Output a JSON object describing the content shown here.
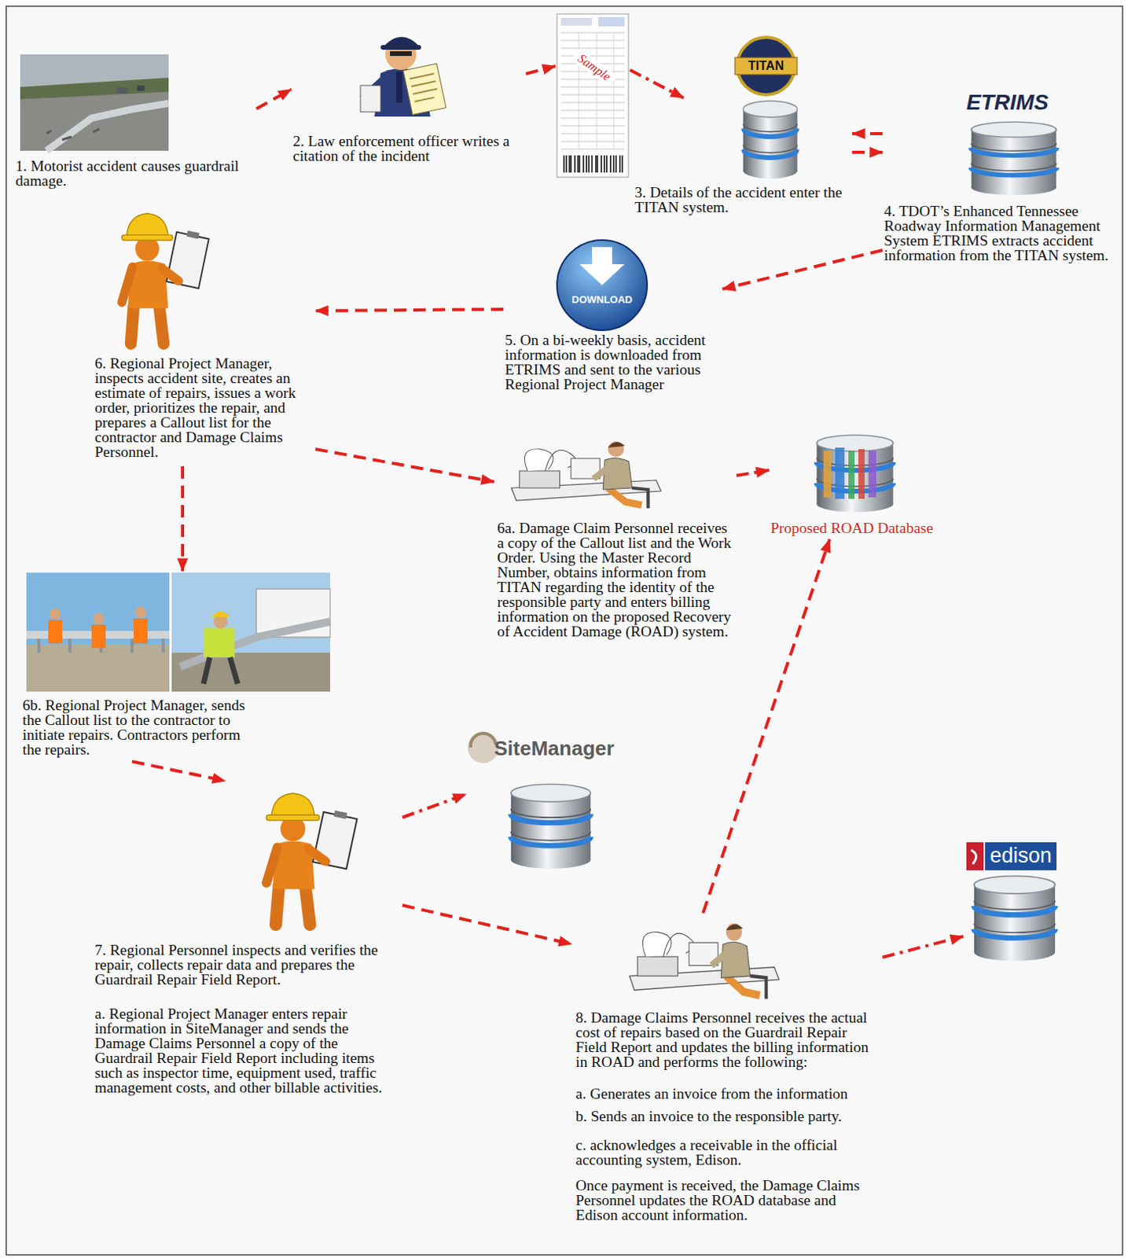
{
  "diagram": {
    "nodes": [
      {
        "text": [
          "1. Motorist accident causes guardrail damage."
        ]
      },
      {
        "text": [
          "2. Law enforcement officer writes a citation of the incident"
        ]
      },
      {
        "text": [
          "Sample"
        ]
      },
      {
        "text": [
          "3. Details of the accident enter the TITAN system."
        ]
      },
      {
        "text": [
          "4. TDOT’s Enhanced Tennessee Roadway Information Management System ETRIMS extracts accident information from the TITAN system."
        ]
      },
      {
        "text": [
          "DOWNLOAD",
          "5. On a bi-weekly basis, accident information is downloaded from ETRIMS and sent to the various Regional Project Manager"
        ]
      },
      {
        "text": [
          "6. Regional Project Manager, inspects accident site, creates an estimate of repairs, issues a work order, prioritizes the repair, and prepares a Callout list for the contractor and Damage Claims Personnel."
        ]
      },
      {
        "text": [
          "6a. Damage Claim Personnel receives a copy of the Callout list and the Work Order. Using the Master Record Number, obtains information from TITAN regarding the identity of the responsible party and enters billing information on the proposed Recovery of Accident Damage (ROAD) system."
        ]
      },
      {
        "text": [
          "Proposed ROAD Database"
        ]
      },
      {
        "text": [
          "6b. Regional Project Manager, sends the Callout list to the contractor to initiate repairs. Contractors perform the repairs."
        ]
      },
      {
        "text": [
          "7. Regional Personnel inspects and verifies the repair, collects repair data and prepares the Guardrail Repair Field Report.",
          "a. Regional Project Manager enters repair information in SiteManager and sends the Damage Claims Personnel a copy of the Guardrail Repair Field Report including items such as inspector time, equipment used, traffic management costs, and other billable activities."
        ]
      },
      {
        "text": [
          "SiteManager"
        ]
      },
      {
        "text": [
          "8. Damage Claims Personnel receives the actual cost of repairs based on the Guardrail Repair Field Report and updates the billing information in ROAD and performs the following:",
          "a. Generates an invoice from the information",
          "b. Sends an invoice to the responsible party.",
          "c. acknowledges a receivable in the official accounting system, Edison.",
          "Once payment is received, the Damage Claims Personnel updates the ROAD database and Edison account information."
        ]
      },
      {
        "text": [
          "edison"
        ]
      }
    ],
    "edges": [
      {
        "from": 0,
        "to": 1,
        "arrow": "to"
      },
      {
        "from": 1,
        "to": 2,
        "arrow": "to"
      },
      {
        "from": 2,
        "to": 3,
        "arrow": "to"
      },
      {
        "from": 4,
        "to": 3,
        "arrow": "to"
      },
      {
        "from": 3,
        "to": 4,
        "arrow": "to"
      },
      {
        "from": 4,
        "to": 5,
        "arrow": "to"
      },
      {
        "from": 5,
        "to": 6,
        "arrow": "to"
      },
      {
        "from": 6,
        "to": 7,
        "arrow": "to"
      },
      {
        "from": 7,
        "to": 8,
        "arrow": "to"
      },
      {
        "from": 6,
        "to": 9,
        "arrow": "to"
      },
      {
        "from": 9,
        "to": 10,
        "arrow": "to"
      },
      {
        "from": 10,
        "to": 11,
        "arrow": "to"
      },
      {
        "from": 10,
        "to": 12,
        "arrow": "to"
      },
      {
        "from": 12,
        "to": 8,
        "arrow": "to"
      },
      {
        "from": 12,
        "to": 13,
        "arrow": "to"
      }
    ],
    "labels": [
      "TITAN",
      "ETRIMS"
    ]
  }
}
